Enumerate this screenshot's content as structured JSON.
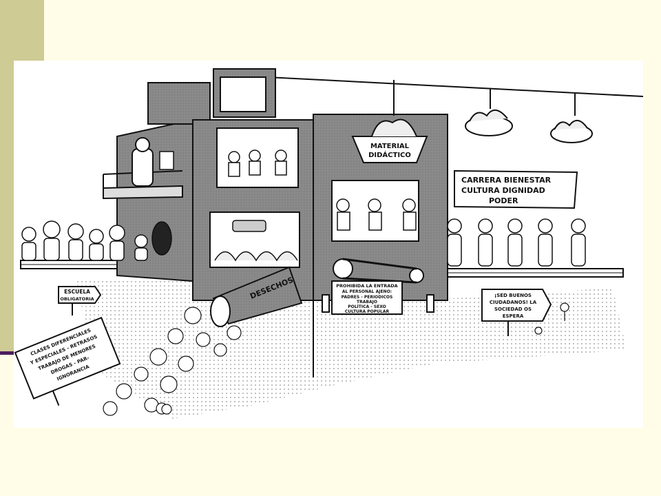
{
  "slide": {
    "accent_bar_color": "#cfcb94",
    "divider_color": "#4b1f5e",
    "background_color": "#fffde7"
  },
  "cartoon": {
    "hopper_label_line1": "MATERIAL",
    "hopper_label_line2": "DIDÁCTICO",
    "goals_sign_line1": "CARRERA BIENESTAR",
    "goals_sign_line2": "CULTURA DIGNIDAD",
    "goals_sign_line3": "PODER",
    "waste_label": "DESECHOS",
    "prohibited_line1": "PROHIBIDA LA ENTRADA",
    "prohibited_line2": "AL PERSONAL AJENO:",
    "prohibited_line3": "PADRES - PERIODICOS",
    "prohibited_line4": "TRABAJO",
    "prohibited_line5": "POLÍTICA - SEXO",
    "prohibited_line6": "CULTURA POPULAR",
    "school_sign_line1": "ESCUELA",
    "school_sign_line2": "OBLIGATORIA",
    "citizens_sign_line1": "¡SED BUENOS",
    "citizens_sign_line2": "CIUDADANOS! LA",
    "citizens_sign_line3": "SOCIEDAD OS",
    "citizens_sign_line4": "ESPERA",
    "classes_sign_line1": "CLASES DIFERENCIALES",
    "classes_sign_line2": "Y ESPECIALES - RETRASOS",
    "classes_sign_line3": "TRABAJO DE MENORES",
    "classes_sign_line4": "DROGAS - PAR-",
    "classes_sign_line5": "IGNORANCIA"
  }
}
